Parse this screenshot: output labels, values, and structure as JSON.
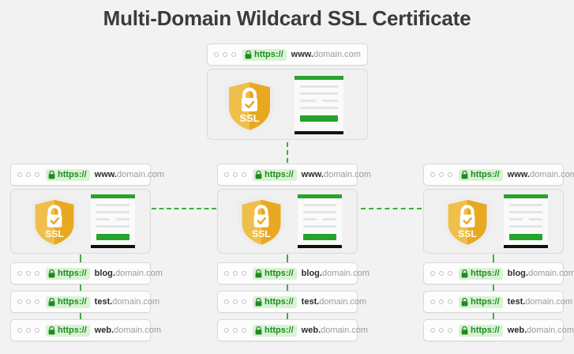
{
  "title": "Multi-Domain Wildcard SSL Certificate",
  "colors": {
    "background": "#f2f2f2",
    "title_text": "#3b3b3b",
    "https_badge_bg": "#d8f3d3",
    "https_text": "#1f8a23",
    "host_subdomain": "#2b2b2b",
    "host_root": "#9a9a9a",
    "connector_green": "#3ead3f",
    "doc_green": "#27a32b",
    "doc_base_black": "#111111",
    "shield_gold": "#e8a820",
    "shield_gold_light": "#f0bf4b",
    "shield_border": "#ededed"
  },
  "icons": {
    "dot": "browser-dot",
    "lock": "lock-icon",
    "shield": "ssl-shield-icon"
  },
  "https_label": "https://",
  "shield_label": "SSL",
  "root_domain": "domain.com",
  "primary_window": {
    "url_sub": "www.",
    "url_root": "domain.com"
  },
  "columns": [
    {
      "id": "column-left",
      "window": {
        "url_sub": "www.",
        "url_root": "domain.com"
      },
      "subdomains": [
        {
          "sub": "blog.",
          "root": "domain.com"
        },
        {
          "sub": "test.",
          "root": "domain.com"
        },
        {
          "sub": "web.",
          "root": "domain.com"
        }
      ]
    },
    {
      "id": "column-center",
      "window": {
        "url_sub": "www.",
        "url_root": "domain.com"
      },
      "subdomains": [
        {
          "sub": "blog.",
          "root": "domain.com"
        },
        {
          "sub": "test.",
          "root": "domain.com"
        },
        {
          "sub": "web.",
          "root": "domain.com"
        }
      ]
    },
    {
      "id": "column-right",
      "window": {
        "url_sub": "www.",
        "url_root": "domain.com"
      },
      "subdomains": [
        {
          "sub": "blog.",
          "root": "domain.com"
        },
        {
          "sub": "test.",
          "root": "domain.com"
        },
        {
          "sub": "web.",
          "root": "domain.com"
        }
      ]
    }
  ]
}
